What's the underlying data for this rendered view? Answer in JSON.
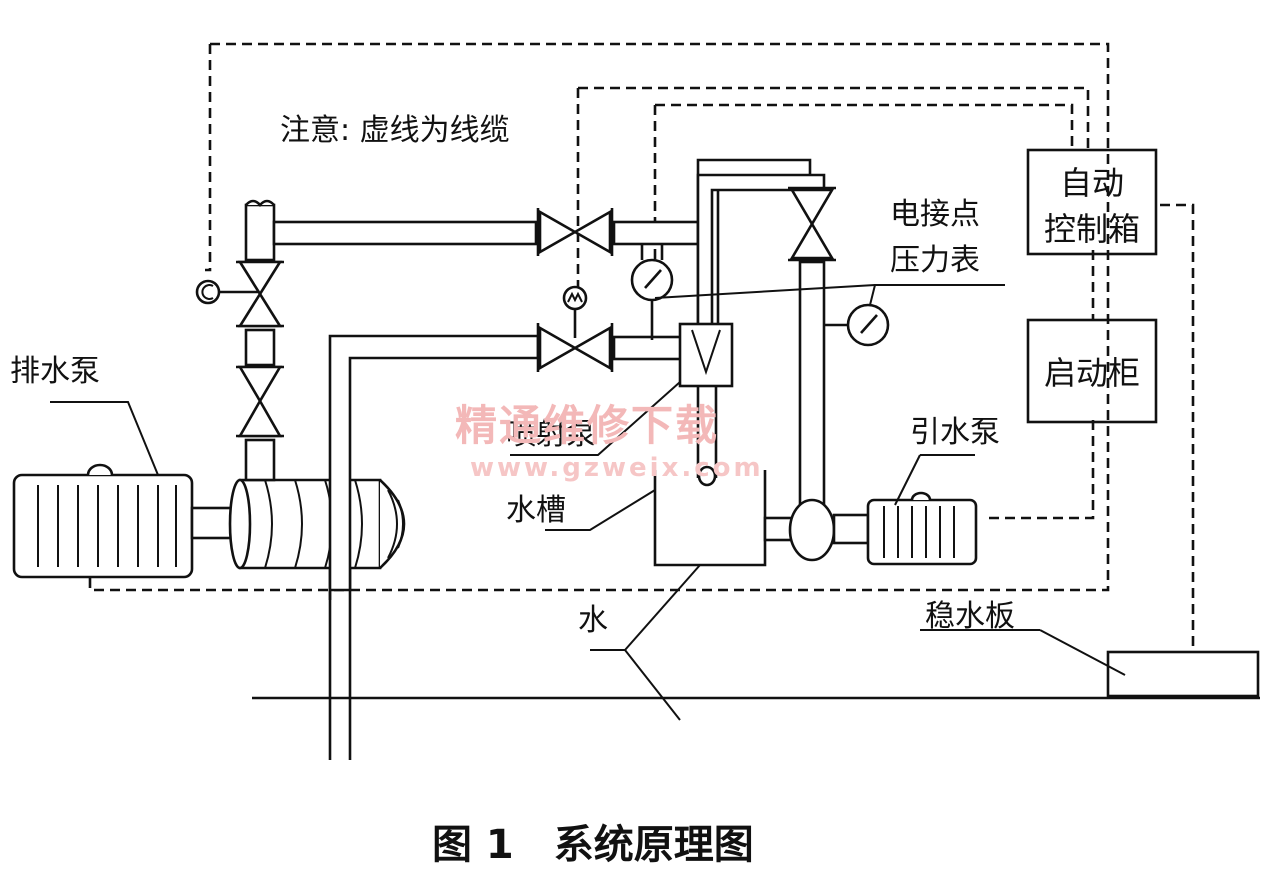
{
  "note": "注意: 虚线为线缆",
  "labels": {
    "drain_pump": "排水泵",
    "jet_pump": "喷射泵",
    "water_tank": "水槽",
    "water": "水",
    "priming_pump": "引水泵",
    "stabilizer_plate": "稳水板",
    "pressure_gauge_line1": "电接点",
    "pressure_gauge_line2": "压力表"
  },
  "boxes": {
    "auto_control_line1": "自动",
    "auto_control_line2": "控制箱",
    "starter_cabinet": "启动柜"
  },
  "watermark": {
    "text": "精通维修下载",
    "url": "www.gzweix.com"
  },
  "caption": "图 1　系统原理图"
}
